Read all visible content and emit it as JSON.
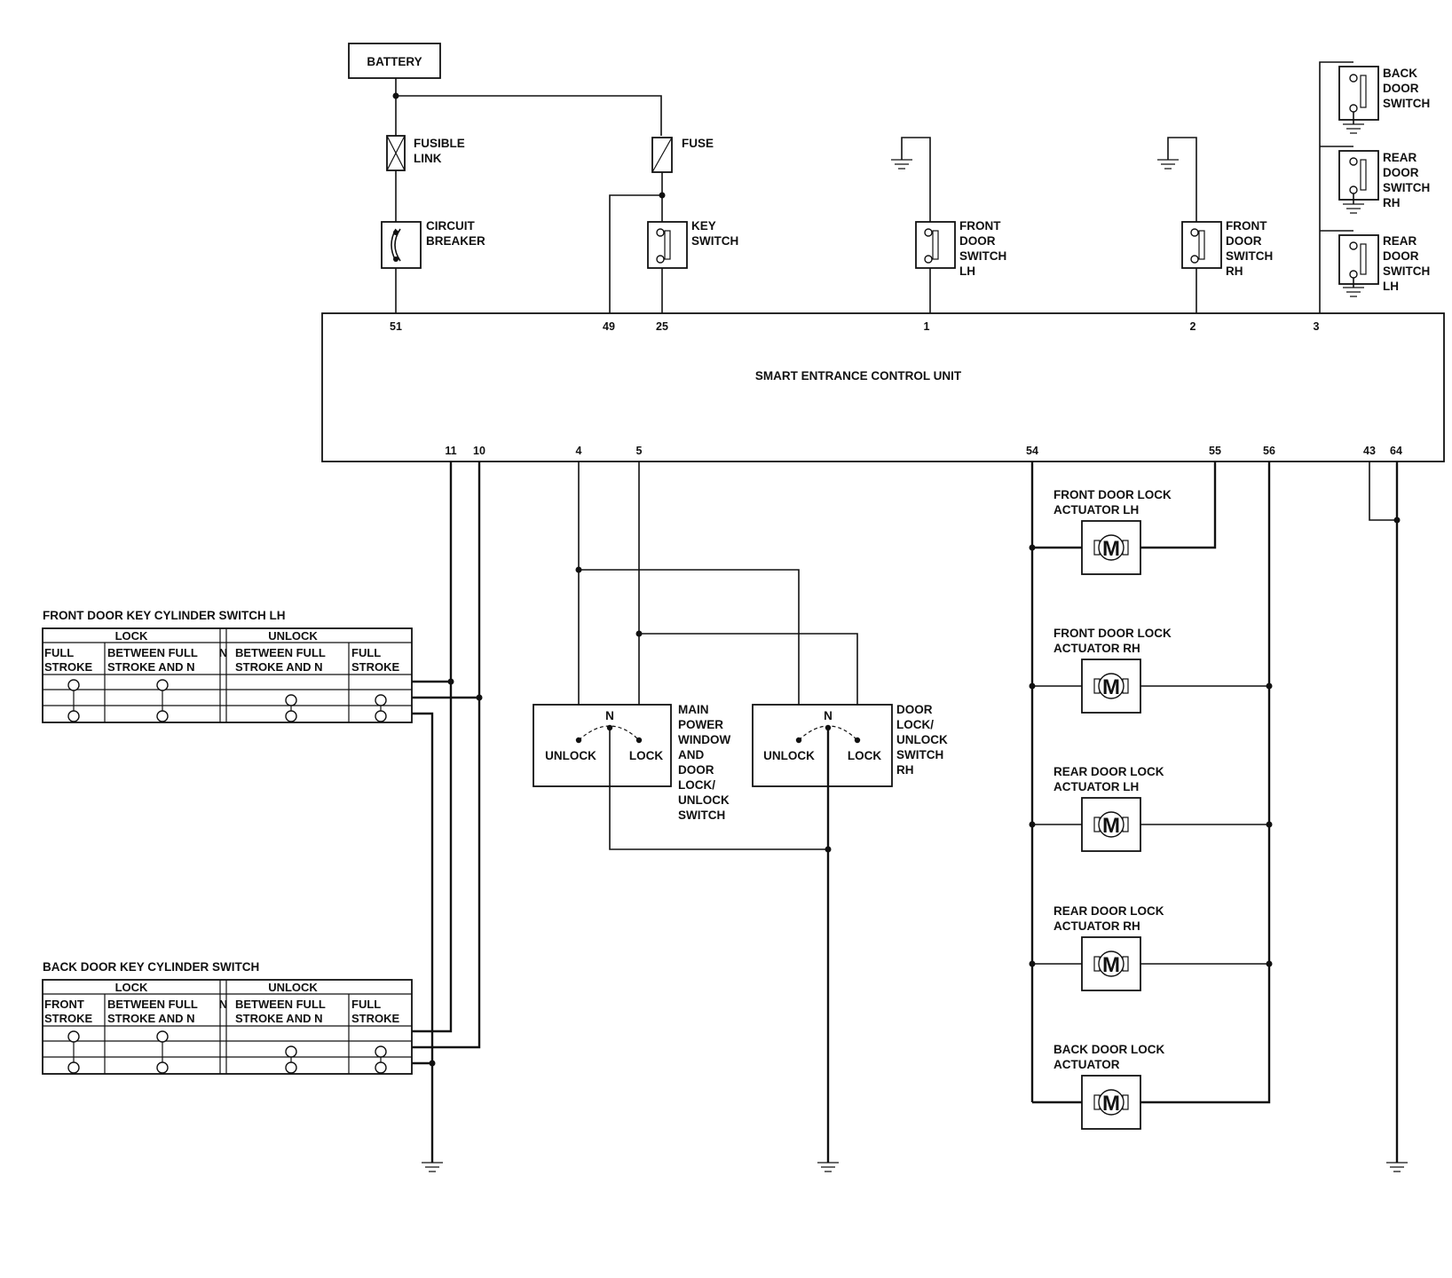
{
  "battery": "BATTERY",
  "fusible_link": [
    "FUSIBLE",
    "LINK"
  ],
  "fuse": "FUSE",
  "circuit_breaker": [
    "CIRCUIT",
    "BREAKER"
  ],
  "key_switch": [
    "KEY",
    "SWITCH"
  ],
  "front_door_switch_lh": [
    "FRONT",
    "DOOR",
    "SWITCH",
    "LH"
  ],
  "front_door_switch_rh": [
    "FRONT",
    "DOOR",
    "SWITCH",
    "RH"
  ],
  "back_door_switch": [
    "BACK",
    "DOOR",
    "SWITCH"
  ],
  "rear_door_switch_rh": [
    "REAR",
    "DOOR",
    "SWITCH",
    "RH"
  ],
  "rear_door_switch_lh": [
    "REAR",
    "DOOR",
    "SWITCH",
    "LH"
  ],
  "control_unit": {
    "name": "SMART ENTRANCE CONTROL UNIT",
    "top_pins": [
      "51",
      "49",
      "25",
      "1",
      "2",
      "3"
    ],
    "bottom_pins": [
      "11",
      "10",
      "4",
      "5",
      "54",
      "55",
      "56",
      "43",
      "64"
    ]
  },
  "key_cylinder_front": {
    "title": "FRONT DOOR KEY CYLINDER SWITCH LH",
    "lock": "LOCK",
    "unlock": "UNLOCK",
    "n": "N",
    "cols": [
      [
        "FULL",
        "STROKE"
      ],
      [
        "BETWEEN FULL",
        "STROKE AND N"
      ],
      [
        "BETWEEN FULL",
        "STROKE AND N"
      ],
      [
        "FULL",
        "STROKE"
      ]
    ]
  },
  "key_cylinder_back": {
    "title": "BACK DOOR KEY CYLINDER SWITCH",
    "lock": "LOCK",
    "unlock": "UNLOCK",
    "n": "N",
    "cols": [
      [
        "FRONT",
        "STROKE"
      ],
      [
        "BETWEEN FULL",
        "STROKE AND N"
      ],
      [
        "BETWEEN FULL",
        "STROKE AND N"
      ],
      [
        "FULL",
        "STROKE"
      ]
    ]
  },
  "main_switch": {
    "n": "N",
    "unlock": "UNLOCK",
    "lock": "LOCK",
    "name": [
      "MAIN",
      "POWER",
      "WINDOW",
      "AND",
      "DOOR",
      "LOCK/",
      "UNLOCK",
      "SWITCH"
    ]
  },
  "rh_switch": {
    "n": "N",
    "unlock": "UNLOCK",
    "lock": "LOCK",
    "name": [
      "DOOR",
      "LOCK/",
      "UNLOCK",
      "SWITCH",
      "RH"
    ]
  },
  "actuators": [
    {
      "name": [
        "FRONT DOOR LOCK",
        "ACTUATOR LH"
      ],
      "motor": "M"
    },
    {
      "name": [
        "FRONT DOOR LOCK",
        "ACTUATOR RH"
      ],
      "motor": "M"
    },
    {
      "name": [
        "REAR DOOR LOCK",
        "ACTUATOR LH"
      ],
      "motor": "M"
    },
    {
      "name": [
        "REAR DOOR LOCK",
        "ACTUATOR RH"
      ],
      "motor": "M"
    },
    {
      "name": [
        "BACK DOOR LOCK",
        "ACTUATOR"
      ],
      "motor": "M"
    }
  ]
}
